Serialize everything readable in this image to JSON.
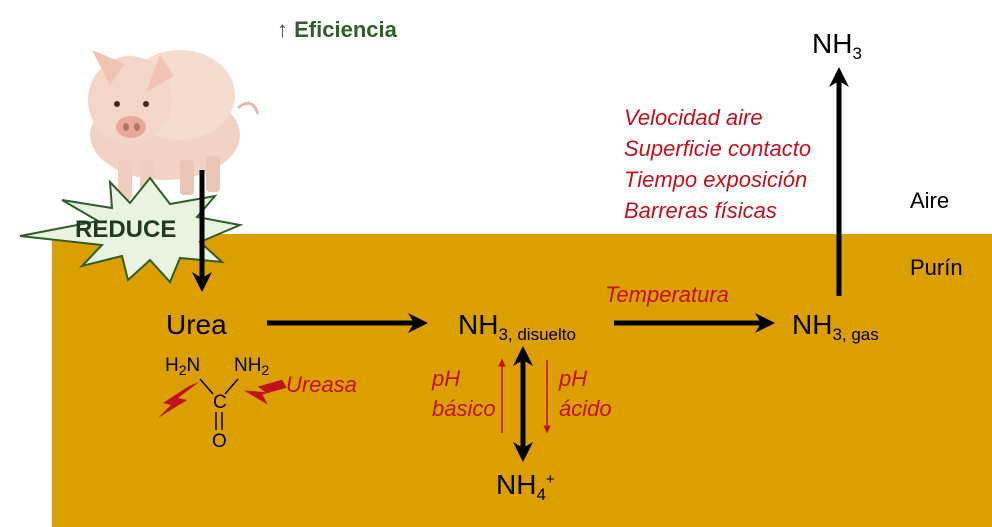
{
  "colors": {
    "slurry": "#dc9f00",
    "air": "#ffffff",
    "arrow": "#000000",
    "process_text": "#c0111c",
    "efficiency_text": "#2f5e2a",
    "starburst_fill": "#e9f3df",
    "starburst_stroke": "#2f5e2a",
    "lightning": "#c0111c"
  },
  "icons": {
    "pig": "pig-illustration",
    "starburst": "starburst-badge",
    "enzyme": "lightning-icon"
  },
  "efficiency": {
    "arrow": "↑",
    "label": "Eficiencia"
  },
  "badge": {
    "label": "REDUCE"
  },
  "zones": {
    "air": "Aire",
    "slurry": "Purín"
  },
  "urea": {
    "label": "Urea",
    "formula": {
      "h2n": "H",
      "h2n_sub": "2",
      "h2n_end": "N",
      "nh2": "NH",
      "nh2_sub": "2",
      "carbon": "C",
      "oxygen": "O"
    },
    "enzyme": "Ureasa"
  },
  "nh3_dissolved": {
    "base": "NH",
    "subscript": "3, disuelto"
  },
  "nh3_gas": {
    "base": "NH",
    "subscript": "3, gas"
  },
  "nh3_air": {
    "base": "NH",
    "subscript": "3"
  },
  "nh4": {
    "base": "NH",
    "subscript": "4",
    "superscript": "+"
  },
  "temperature": "Temperatura",
  "ph_basic": {
    "line1": "pH",
    "line2": "básico"
  },
  "ph_acid": {
    "line1": "pH",
    "line2": "ácido"
  },
  "factors": [
    "Velocidad aire",
    "Superficie contacto",
    "Tiempo exposición",
    "Barreras físicas"
  ]
}
